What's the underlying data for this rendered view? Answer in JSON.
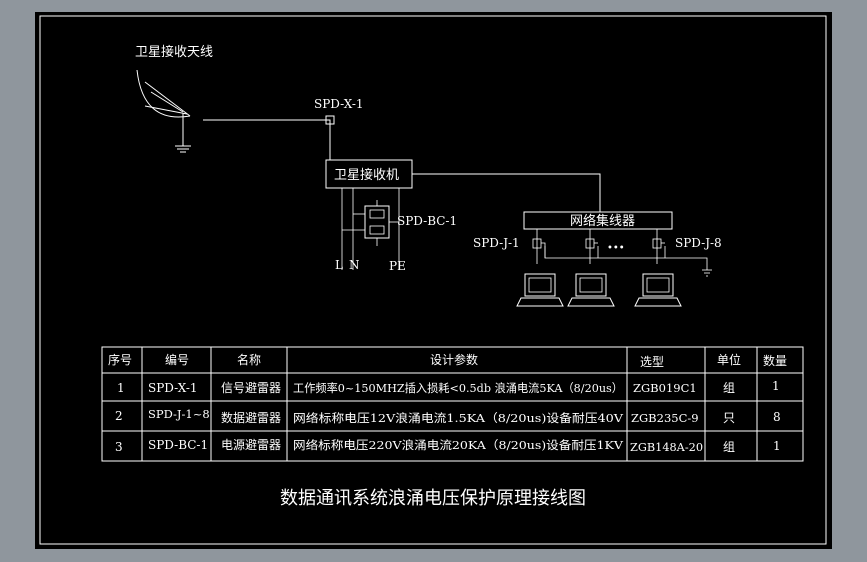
{
  "diagram": {
    "antenna_label": "卫星接收天线",
    "spd_x_label": "SPD-X-1",
    "receiver_label": "卫星接收机",
    "spd_bc_label": "SPD-BC-1",
    "mains_labels": [
      "L",
      "N",
      "PE"
    ],
    "hub_label": "网络集线器",
    "spd_j1_label": "SPD-J-1",
    "spd_j8_label": "SPD-J-8",
    "ellipsis": "•••"
  },
  "table": {
    "headers": [
      "序号",
      "编号",
      "名称",
      "设计参数",
      "选型",
      "单位",
      "数量"
    ],
    "rows": [
      [
        "1",
        "SPD-X-1",
        "信号避雷器",
        "工作频率0~150MHZ插入损耗<0.5db 浪涌电流5KA（8/20us）",
        "ZGB019C1",
        "组",
        "1"
      ],
      [
        "2",
        "SPD-J-1~8",
        "数据避雷器",
        "网络标称电压12V浪涌电流1.5KA（8/20us)设备耐压40V",
        "ZGB235C-9",
        "只",
        "8"
      ],
      [
        "3",
        "SPD-BC-1",
        "电源避雷器",
        "网络标称电压220V浪涌电流20KA（8/20us)设备耐压1KV",
        "ZGB148A-20",
        "组",
        "1"
      ]
    ]
  },
  "title": "数据通讯系统浪涌电压保护原理接线图"
}
